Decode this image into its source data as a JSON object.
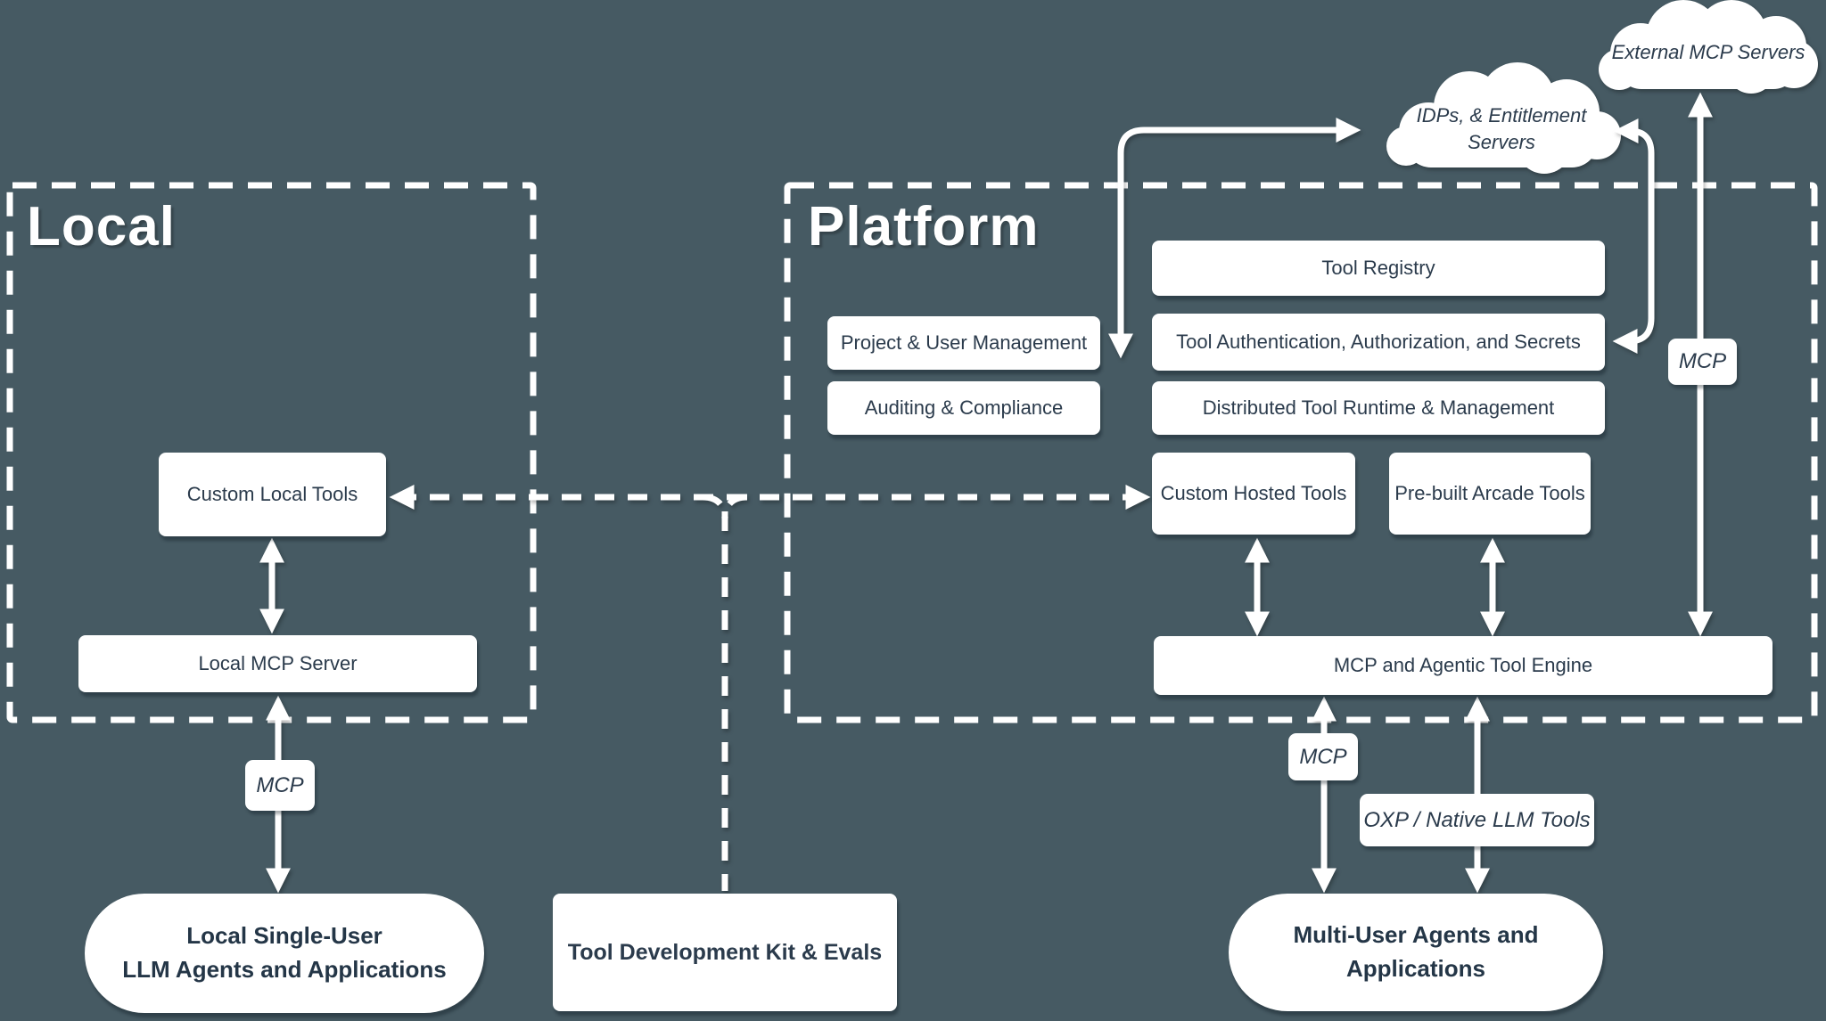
{
  "colors": {
    "background": "#465a63",
    "box_text": "#2b3b4c",
    "lines": "#ffffff"
  },
  "groups": {
    "local": {
      "label": "Local"
    },
    "platform": {
      "label": "Platform"
    }
  },
  "clouds": {
    "external": {
      "label": "External MCP Servers"
    },
    "idps": {
      "line1": "IDPs, & Entitlement",
      "line2": "Servers"
    }
  },
  "boxes": {
    "tool_registry": "Tool Registry",
    "tool_auth": "Tool Authentication, Authorization, and Secrets",
    "project_user": "Project & User Management",
    "auditing": "Auditing & Compliance",
    "distributed": "Distributed Tool Runtime & Management",
    "custom_hosted": "Custom Hosted Tools",
    "prebuilt": "Pre-built Arcade Tools",
    "custom_local": "Custom Local Tools",
    "local_mcp": "Local MCP Server",
    "engine": "MCP and Agentic Tool Engine",
    "tdk": "Tool Development Kit & Evals"
  },
  "labels": {
    "mcp_local": "MCP",
    "mcp_right": "MCP",
    "mcp_bottom": "MCP",
    "oxp": "OXP / Native LLM Tools"
  },
  "pills": {
    "local_agents": {
      "line1": "Local Single-User",
      "line2": "LLM Agents and Applications"
    },
    "multi_agents": {
      "line1": "Multi-User Agents and",
      "line2": "Applications"
    }
  }
}
